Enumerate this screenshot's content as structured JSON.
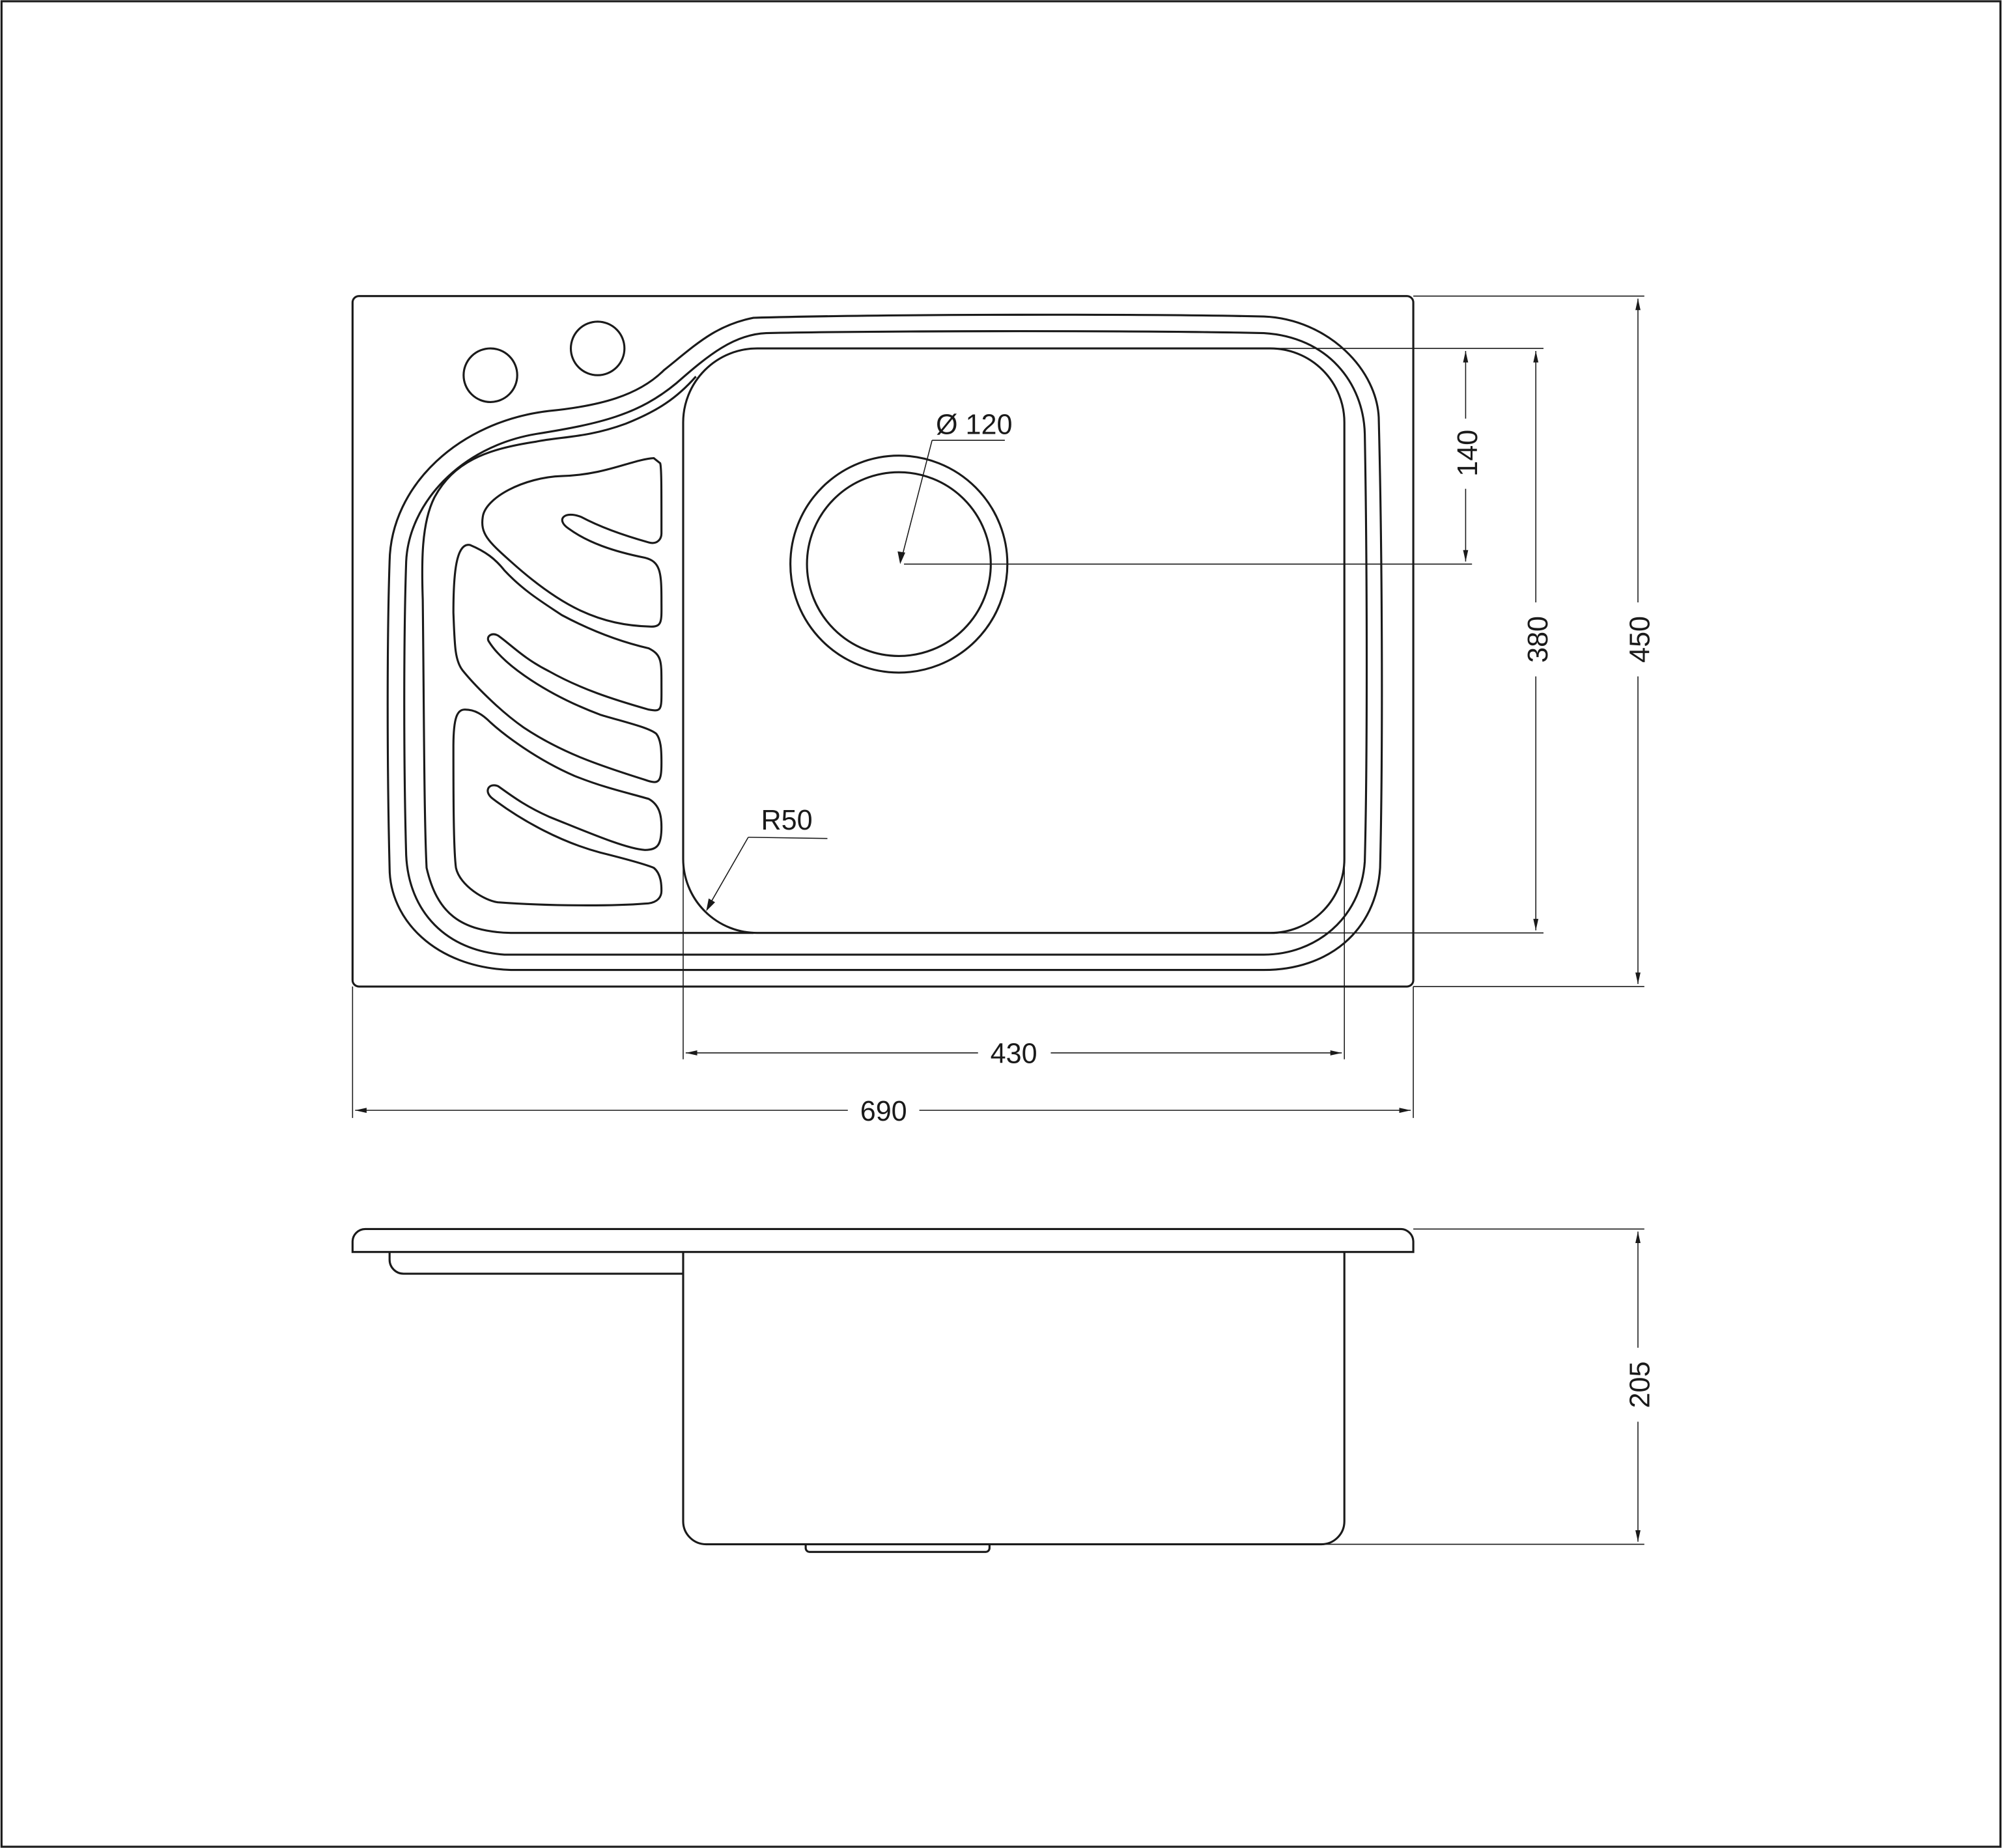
{
  "drawing": {
    "line_color": "#1a1a1a",
    "background": "#ffffff",
    "top_view": {
      "drain_diameter_label": "Ø 120",
      "corner_radius_label": "R50",
      "drain_offset_label": "140",
      "bowl_depth_label": "380",
      "overall_depth_label": "450",
      "bowl_width_label": "430",
      "overall_width_label": "690"
    },
    "side_view": {
      "height_label": "205"
    }
  }
}
